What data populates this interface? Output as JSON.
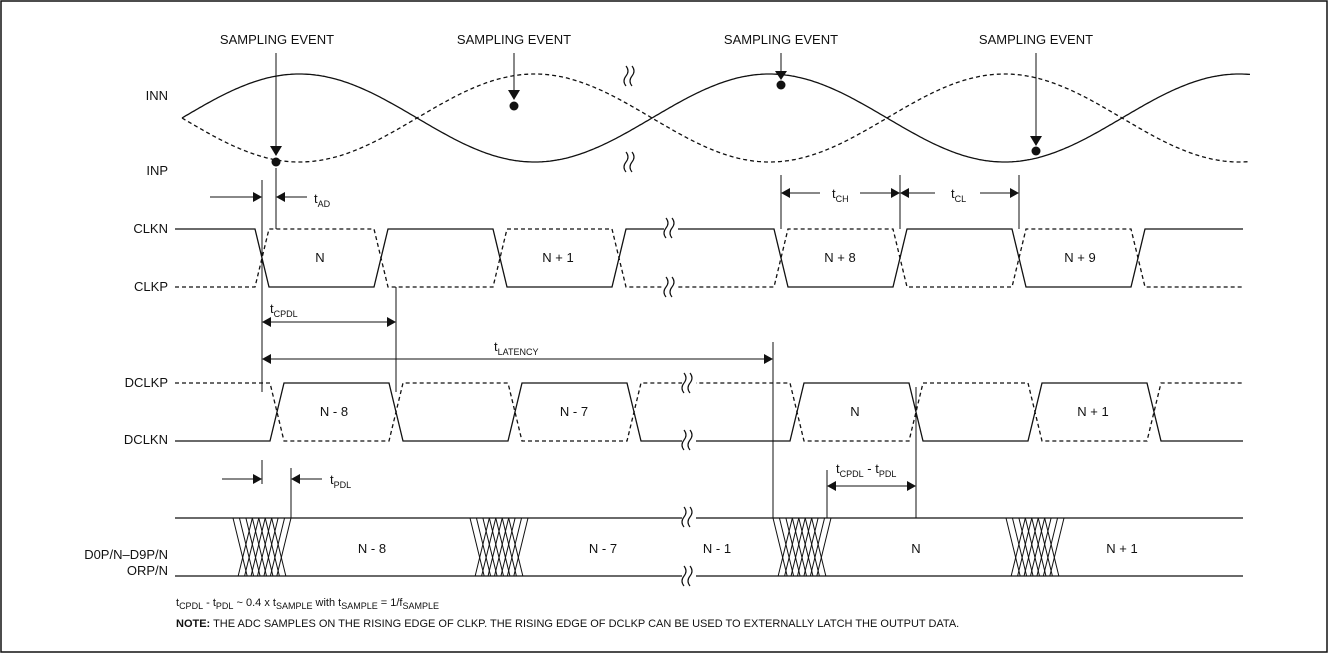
{
  "signals": {
    "inn": "INN",
    "inp": "INP",
    "clkn": "CLKN",
    "clkp": "CLKP",
    "dclkp": "DCLKP",
    "dclkn": "DCLKN",
    "data_line1": "D0P/N–D9P/N",
    "data_line2": "ORP/N"
  },
  "sampling_event_label": "SAMPLING EVENT",
  "clock_cells": [
    "N",
    "N + 1",
    "N + 8",
    "N + 9"
  ],
  "dclk_cells": [
    "N - 8",
    "N - 7",
    "N",
    "N + 1"
  ],
  "data_cells": [
    "N - 8",
    "N - 7",
    "N - 1",
    "N",
    "N + 1"
  ],
  "timing": {
    "t_ad": {
      "main": "t",
      "sub": "AD"
    },
    "t_ch": {
      "main": "t",
      "sub": "CH"
    },
    "t_cl": {
      "main": "t",
      "sub": "CL"
    },
    "t_cpdl": {
      "main": "t",
      "sub": "CPDL"
    },
    "t_latency": {
      "main": "t",
      "sub": "LATENCY"
    },
    "t_pdl": {
      "main": "t",
      "sub": "PDL"
    },
    "t_cpdl_minus_pdl": {
      "t1": "t",
      "s1": "CPDL",
      "mid": " - t",
      "s2": "PDL"
    }
  },
  "footnote": {
    "parts": [
      {
        "t": "t"
      },
      {
        "s": "CPDL"
      },
      {
        "t": " - t"
      },
      {
        "s": "PDL"
      },
      {
        "t": " ~ 0.4 x t"
      },
      {
        "s": "SAMPLE"
      },
      {
        "t": " with t"
      },
      {
        "s": "SAMPLE"
      },
      {
        "t": " = 1/f"
      },
      {
        "s": "SAMPLE"
      }
    ]
  },
  "note": {
    "label": "NOTE:",
    "text": " THE ADC SAMPLES ON THE RISING EDGE OF CLKP. THE RISING EDGE OF DCLKP CAN BE USED TO EXTERNALLY LATCH THE OUTPUT DATA."
  }
}
